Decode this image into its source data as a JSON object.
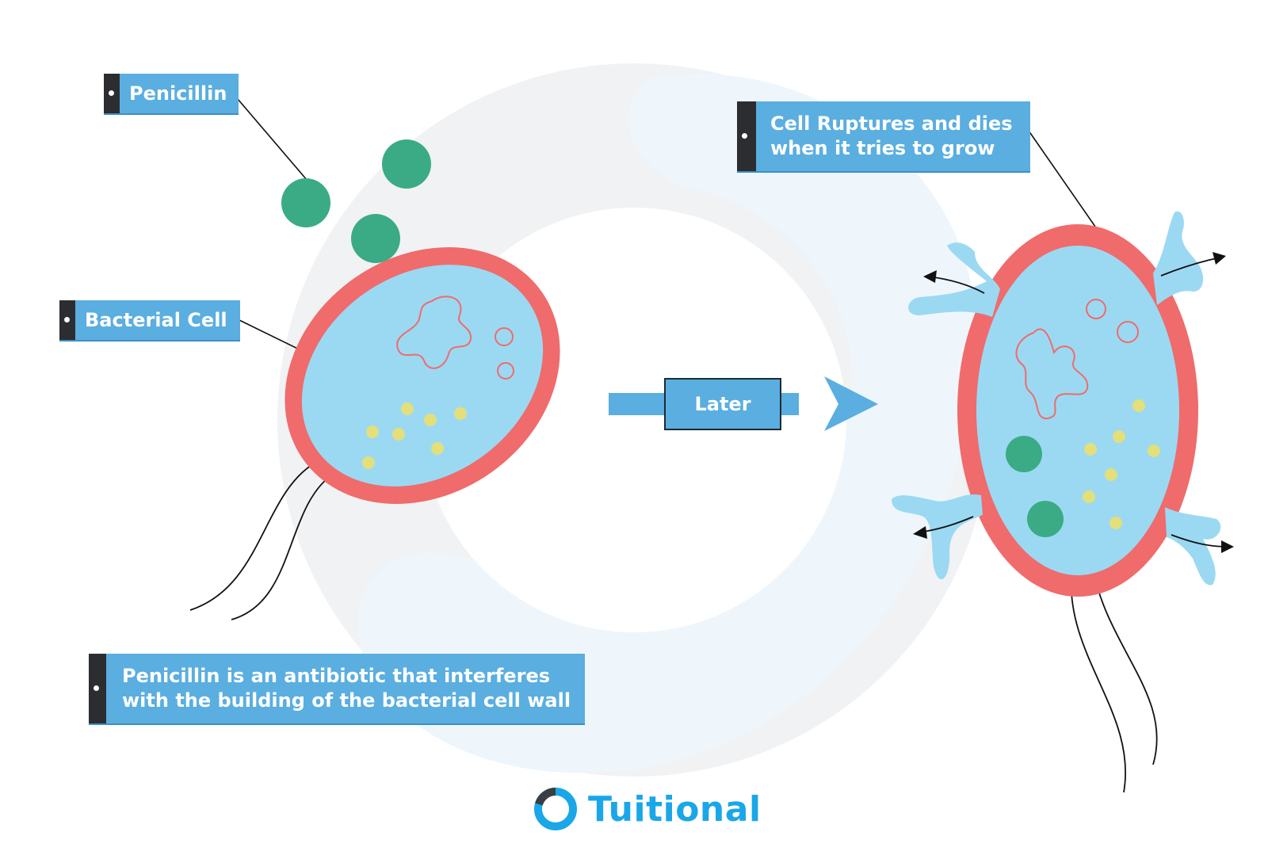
{
  "labels": {
    "penicillin": "Penicillin",
    "bacterial_cell": "Bacterial Cell",
    "rupture_line1": "Cell Ruptures and dies",
    "rupture_line2": "when it tries to grow",
    "note_line1": "Penicillin is an antibiotic that interferes",
    "note_line2": "with the building of the bacterial cell wall"
  },
  "arrow_label": "Later",
  "brand": {
    "name": "Tuitional",
    "icon": "ring-logo-icon"
  },
  "icons": {
    "penicillin_molecule": "green-circle",
    "cell_wall": "red-outline",
    "ribosome": "yellow-dot",
    "plasmid": "small-ring",
    "dna": "wavy-loop",
    "flagellum": "curved-line",
    "burst_arrow": "curved-arrow"
  },
  "colors": {
    "label_bg": "#5aaee0",
    "label_tab": "#2b2d30",
    "cell_wall": "#f06b6b",
    "cytoplasm": "#9bd9f3",
    "penicillin": "#3aab85",
    "ribosome": "#e3df7a",
    "backdrop": "#f1f2f4",
    "brand": "#1aa7e8"
  }
}
